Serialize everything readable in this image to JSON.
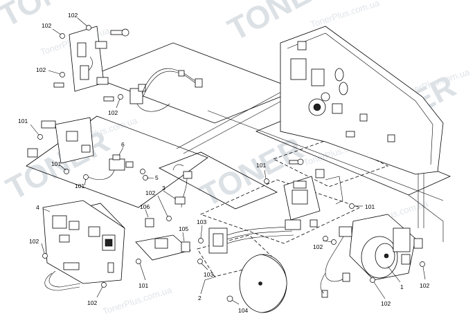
{
  "watermark": {
    "brand": "TONER",
    "site": "TonerPlus.com.ua"
  },
  "callouts": [
    {
      "id": "c-102-a",
      "text": "102"
    },
    {
      "id": "c-102-b",
      "text": "102"
    },
    {
      "id": "c-102-c",
      "text": "102"
    },
    {
      "id": "c-102-d",
      "text": "102"
    },
    {
      "id": "c-101-a",
      "text": "101"
    },
    {
      "id": "c-6",
      "text": "6"
    },
    {
      "id": "c-101-b",
      "text": "101"
    },
    {
      "id": "c-101-c",
      "text": "101"
    },
    {
      "id": "c-5",
      "text": "5"
    },
    {
      "id": "c-3",
      "text": "3"
    },
    {
      "id": "c-102-e",
      "text": "102"
    },
    {
      "id": "c-4",
      "text": "4"
    },
    {
      "id": "c-106",
      "text": "106"
    },
    {
      "id": "c-103-a",
      "text": "103"
    },
    {
      "id": "c-105",
      "text": "105"
    },
    {
      "id": "c-102-f",
      "text": "102"
    },
    {
      "id": "c-101-d",
      "text": "101"
    },
    {
      "id": "c-103-b",
      "text": "103"
    },
    {
      "id": "c-102-g",
      "text": "102"
    },
    {
      "id": "c-2",
      "text": "2"
    },
    {
      "id": "c-104",
      "text": "104"
    },
    {
      "id": "c-101-e",
      "text": "101"
    },
    {
      "id": "c-101-f",
      "text": "101"
    },
    {
      "id": "c-102-h",
      "text": "102"
    },
    {
      "id": "c-1",
      "text": "1"
    },
    {
      "id": "c-102-i",
      "text": "102"
    },
    {
      "id": "c-102-j",
      "text": "102"
    }
  ]
}
